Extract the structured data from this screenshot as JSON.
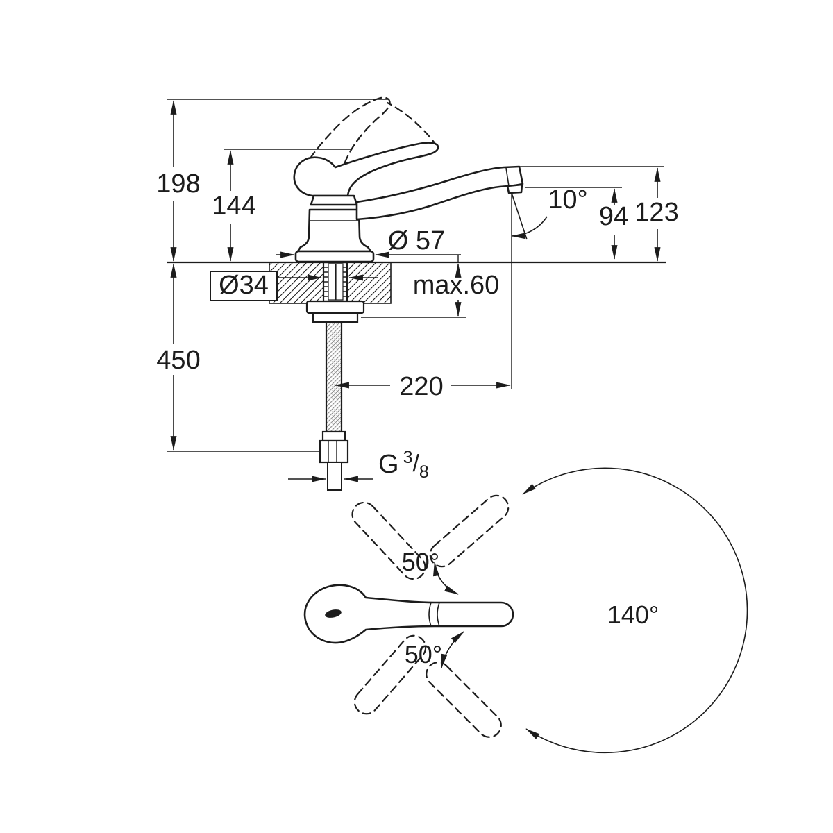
{
  "drawing": {
    "type": "faucet-installation-dimension-drawing",
    "colors": {
      "line": "#1c1c1c",
      "background": "#ffffff"
    },
    "dimensions": {
      "height_total": "198",
      "height_handle": "144",
      "spout_diameter": "Ø 57",
      "spout_angle": "10°",
      "outlet_height": "94",
      "spout_height": "123",
      "hole_diameter": "Ø34",
      "max_counter_thickness": "max.60",
      "hose_length": "450",
      "spout_reach": "220",
      "thread_prefix": "G",
      "thread_numerator": "3",
      "thread_slash": "/",
      "thread_denominator": "8",
      "swivel_up": "50°",
      "swivel_down": "50°",
      "swivel_total": "140°"
    }
  }
}
